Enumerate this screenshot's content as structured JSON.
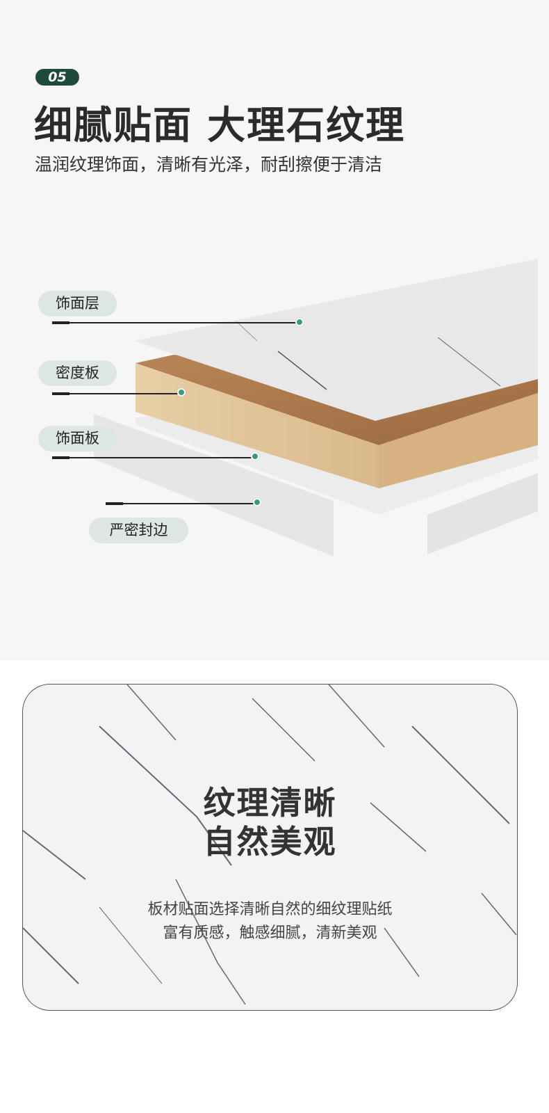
{
  "header": {
    "badge": "05",
    "title": "细腻贴面 大理石纹理",
    "subtitle": "温润纹理饰面，清晰有光泽，耐刮擦便于清洁"
  },
  "layers": [
    {
      "label": "饰面层"
    },
    {
      "label": "密度板"
    },
    {
      "label": "饰面板"
    },
    {
      "label": "严密封边"
    }
  ],
  "card": {
    "title_line1": "纹理清晰",
    "title_line2": "自然美观",
    "desc_line1": "板材贴面选择清晰自然的细纹理贴纸",
    "desc_line2": "富有质感，触感细腻，清新美观"
  },
  "colors": {
    "accent": "#1e4b3a",
    "dot": "#3f9a7c",
    "pill": "#dde6e1"
  }
}
